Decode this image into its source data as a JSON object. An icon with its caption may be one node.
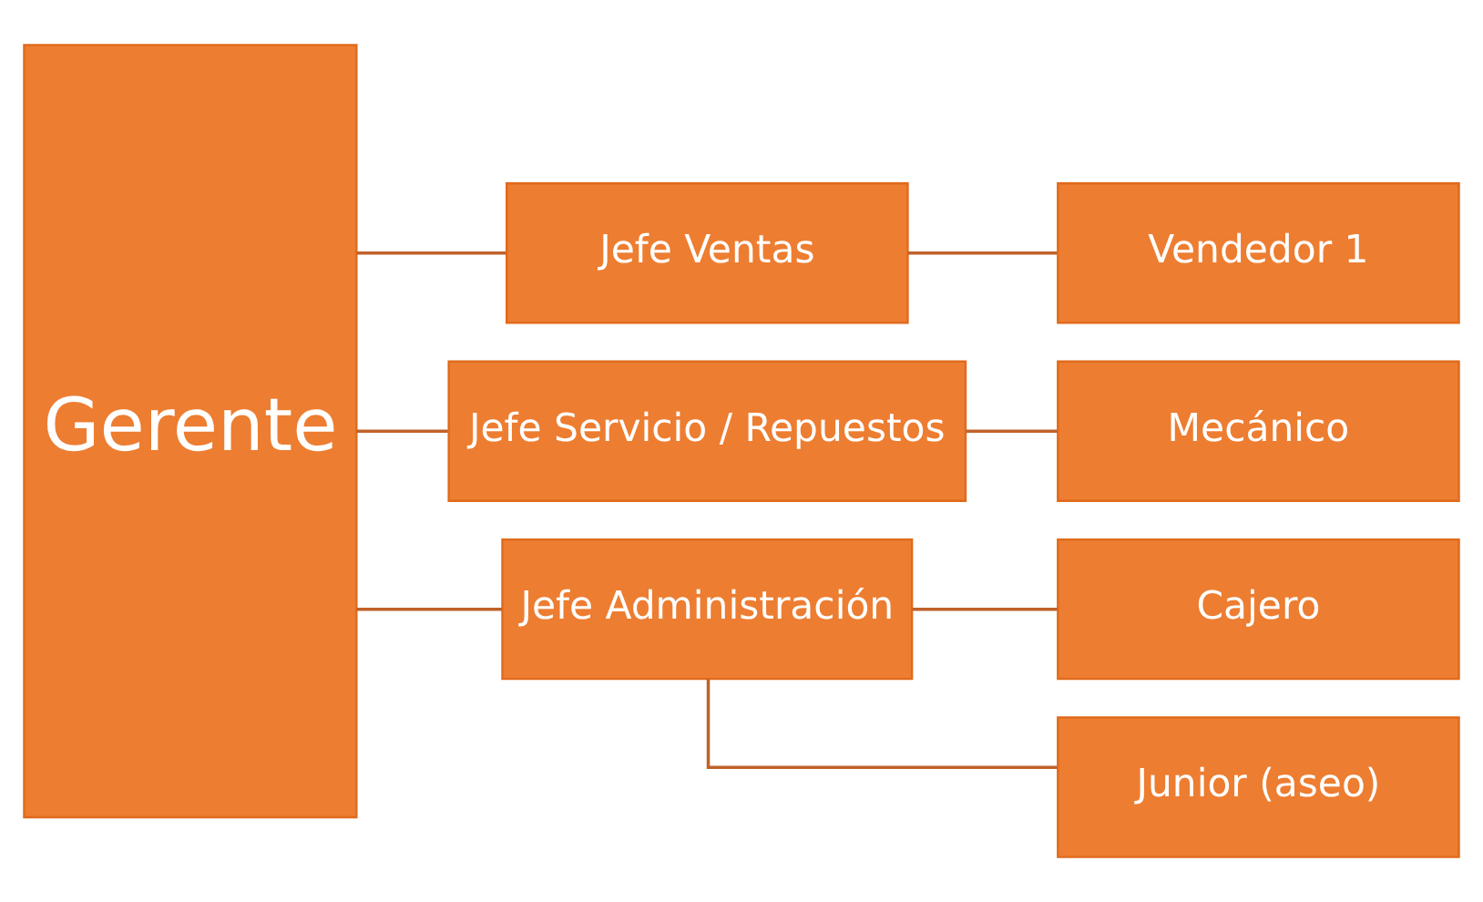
{
  "diagram": {
    "nodes": [
      {
        "text": [
          "Gerente"
        ]
      },
      {
        "text": [
          "Jefe Ventas"
        ]
      },
      {
        "text": [
          "Jefe Servicio / Repuestos"
        ]
      },
      {
        "text": [
          "Jefe Administración"
        ]
      },
      {
        "text": [
          "Vendedor 1"
        ]
      },
      {
        "text": [
          "Mecánico"
        ]
      },
      {
        "text": [
          "Cajero"
        ]
      },
      {
        "text": [
          "Junior (aseo)"
        ]
      }
    ],
    "edges": [
      {
        "from": 0,
        "to": 1,
        "arrow": "none"
      },
      {
        "from": 0,
        "to": 2,
        "arrow": "none"
      },
      {
        "from": 0,
        "to": 3,
        "arrow": "none"
      },
      {
        "from": 1,
        "to": 4,
        "arrow": "none"
      },
      {
        "from": 2,
        "to": 5,
        "arrow": "none"
      },
      {
        "from": 3,
        "to": 6,
        "arrow": "none"
      },
      {
        "from": 3,
        "to": 7,
        "arrow": "none"
      }
    ]
  }
}
